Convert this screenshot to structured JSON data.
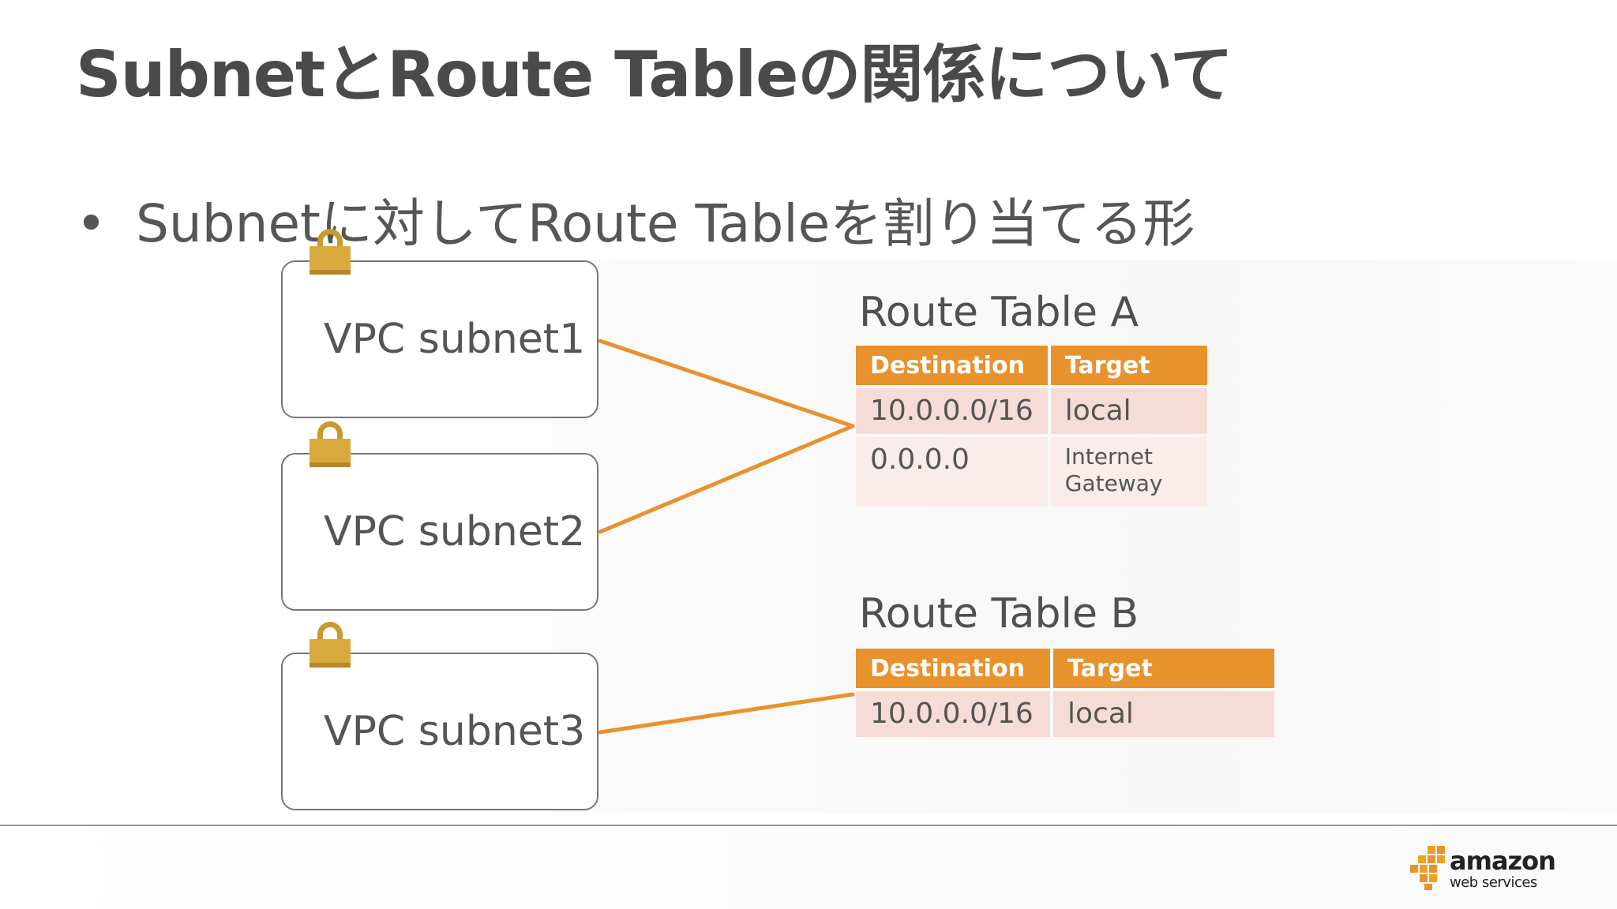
{
  "title": "SubnetとRoute Tableの関係について",
  "bullet": {
    "marker": "•",
    "text": "Subnetに対してRoute Tableを割り当てる形"
  },
  "subnets": [
    {
      "label": "VPC subnet1"
    },
    {
      "label": "VPC subnet2"
    },
    {
      "label": "VPC subnet3"
    }
  ],
  "route_tables": [
    {
      "title": "Route Table A",
      "headers": [
        "Destination",
        "Target"
      ],
      "rows": [
        [
          "10.0.0.0/16",
          "local"
        ],
        [
          "0.0.0.0",
          "Internet Gateway"
        ]
      ]
    },
    {
      "title": "Route Table B",
      "headers": [
        "Destination",
        "Target"
      ],
      "rows": [
        [
          "10.0.0.0/16",
          "local"
        ]
      ]
    }
  ],
  "links": [
    {
      "from": "VPC subnet1",
      "to": "Route Table A"
    },
    {
      "from": "VPC subnet2",
      "to": "Route Table A"
    },
    {
      "from": "VPC subnet3",
      "to": "Route Table B"
    }
  ],
  "colors": {
    "accent_orange": "#e8922e",
    "row_pink": "#f6dcd6",
    "row_light_pink": "#faecea",
    "lock_gold": "#d8a93c"
  },
  "logo": {
    "main": "amazon",
    "sub": "web services"
  }
}
